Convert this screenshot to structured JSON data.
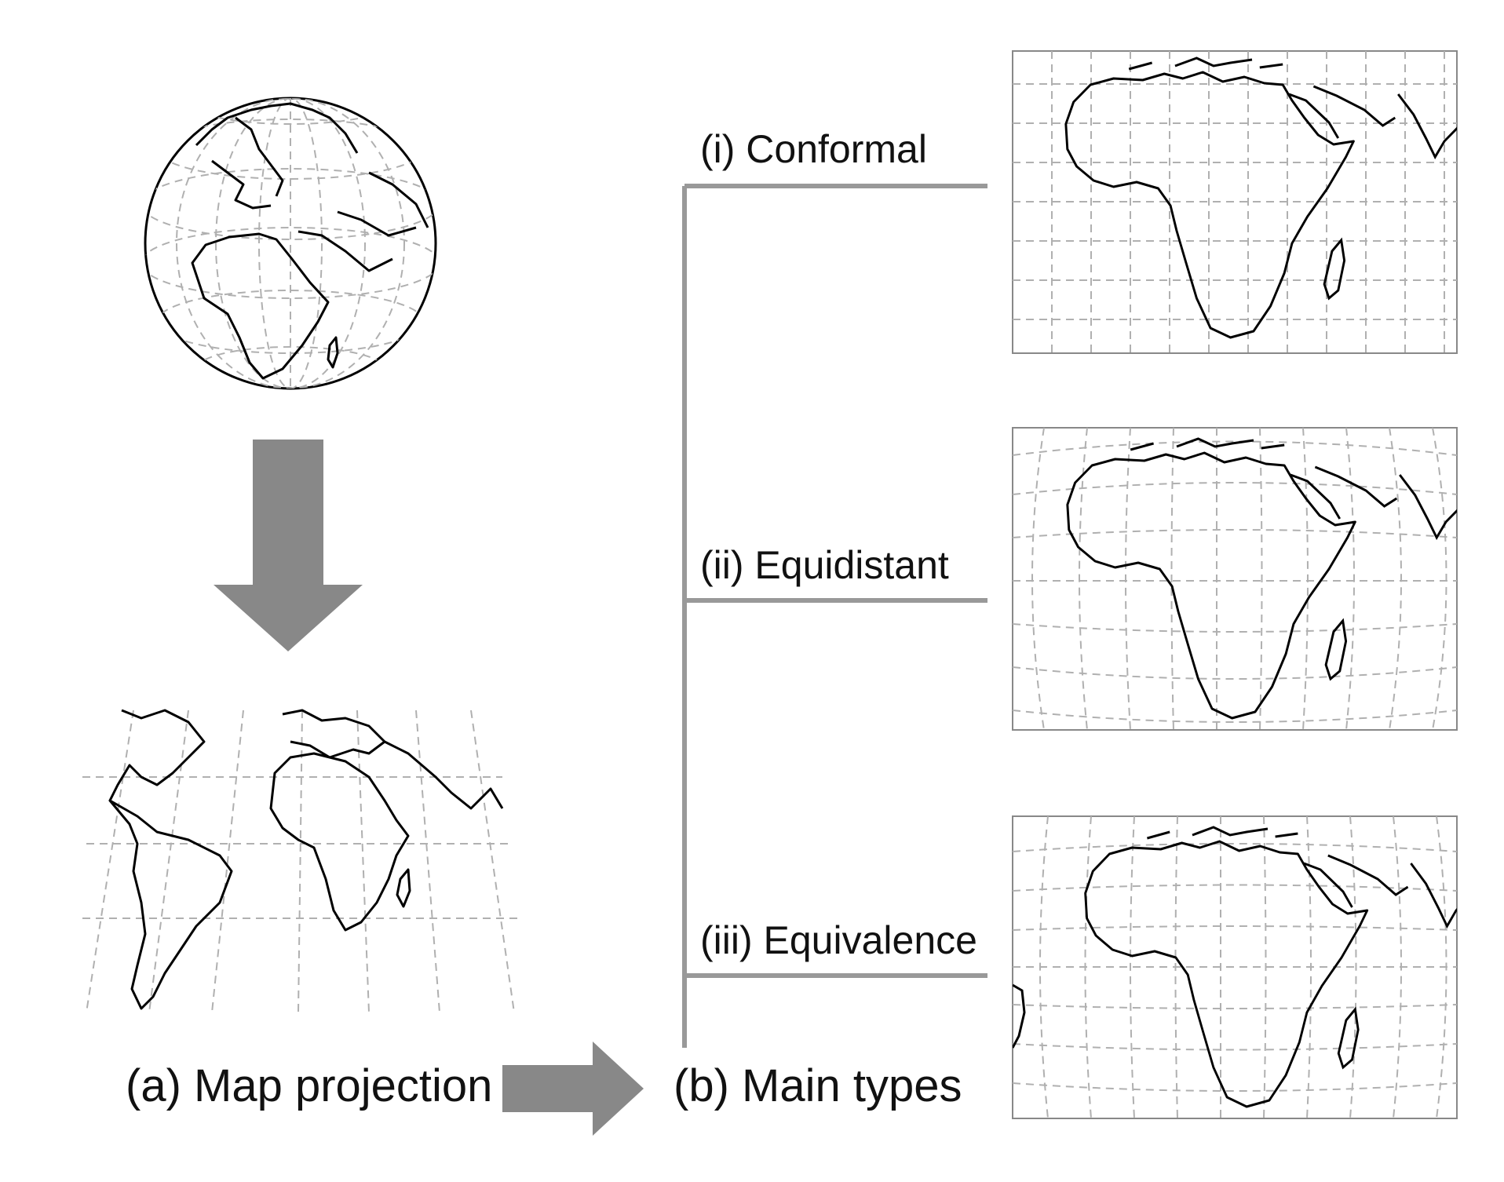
{
  "figure": {
    "colors": {
      "arrow": "#888888",
      "connector": "#999999",
      "grid": "#b0b0b0",
      "coastline": "#000000",
      "text": "#111111",
      "frame": "#888888"
    },
    "left_panel": {
      "caption": "(a) Map projection",
      "globe_icon": "globe-orthographic-earth",
      "projected_map_icon": "world-map-projected"
    },
    "right_panel": {
      "caption": "(b) Main types",
      "types": [
        {
          "label": "(i) Conformal",
          "icon": "africa-conformal-map"
        },
        {
          "label": "(ii) Equidistant",
          "icon": "africa-equidistant-map"
        },
        {
          "label": "(iii) Equivalence",
          "icon": "africa-equivalence-map"
        }
      ]
    }
  }
}
